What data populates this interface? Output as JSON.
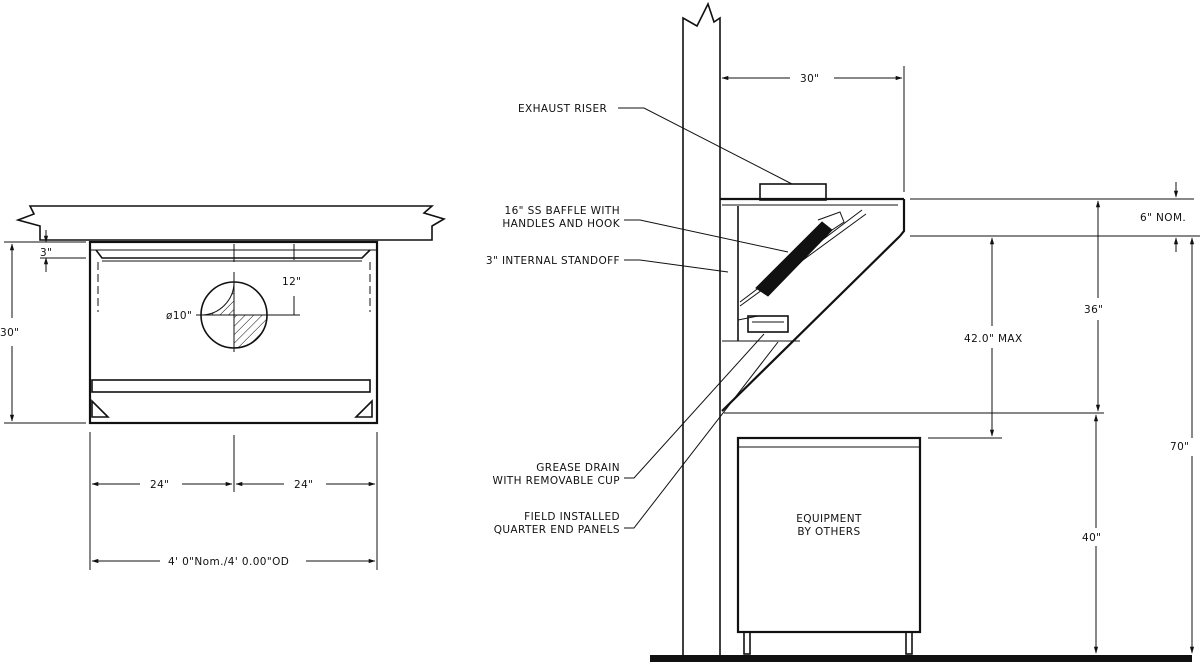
{
  "front_view": {
    "dim_top_gap": "3\"",
    "dim_height": "30\"",
    "dim_collar_offset": "12\"",
    "dim_collar_dia": "ø10\"",
    "dim_left_half": "24\"",
    "dim_right_half": "24\"",
    "dim_overall": "4' 0\"Nom./4' 0.00\"OD"
  },
  "side_view": {
    "dim_depth": "30\"",
    "dim_nom": "6\" NOM.",
    "dim_hood_height": "36\"",
    "dim_max": "42.0\" MAX",
    "dim_total": "70\"",
    "dim_equipment": "40\"",
    "label_riser": "EXHAUST RISER",
    "label_baffle_1": "16\" SS BAFFLE WITH",
    "label_baffle_2": "HANDLES AND HOOK",
    "label_standoff": "3\" INTERNAL STANDOFF",
    "label_drain_1": "GREASE DRAIN",
    "label_drain_2": "WITH REMOVABLE CUP",
    "label_panels_1": "FIELD INSTALLED",
    "label_panels_2": "QUARTER END PANELS",
    "label_equip_1": "EQUIPMENT",
    "label_equip_2": "BY OTHERS"
  }
}
